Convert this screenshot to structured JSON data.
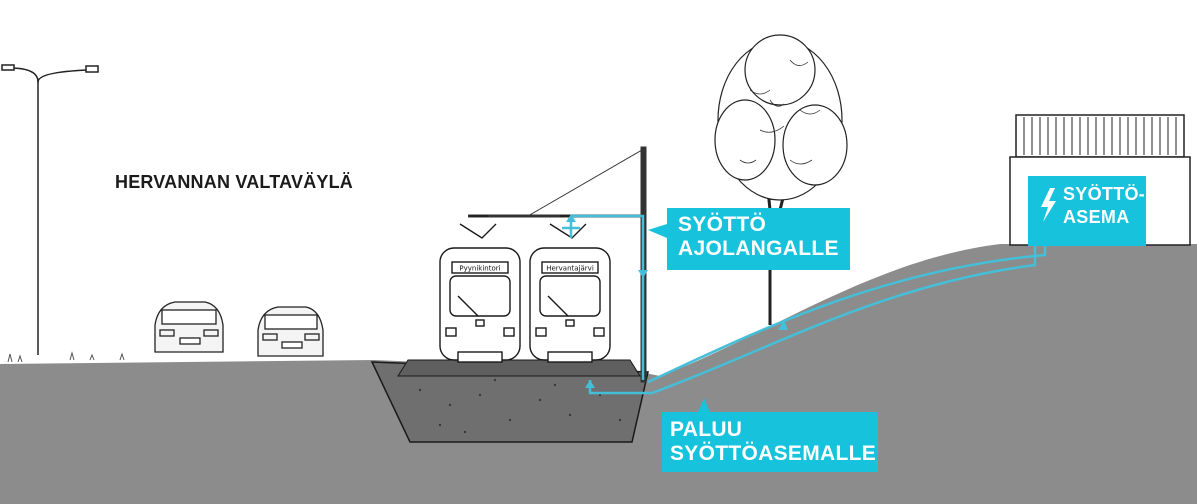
{
  "road_label": "HERVANNAN VALTAVÄYLÄ",
  "feed_label": {
    "line1": "SYÖTTÖ",
    "line2": "AJOLANGALLE"
  },
  "return_label": {
    "line1": "PALUU",
    "line2": "SYÖTTÖASEMALLE"
  },
  "substation_label": {
    "line1": "SYÖTTÖ-",
    "line2": "ASEMA",
    "icon": "lightning-bolt-icon"
  },
  "trams": [
    {
      "destination": "Pyynikintori"
    },
    {
      "destination": "Hervantajärvi"
    }
  ],
  "colors": {
    "cable": "#45bfd8",
    "label_bg": "#16c2dc",
    "label_text": "#ffffff",
    "ground": "#8c8c8c",
    "ballast": "#6e6e6e",
    "line": "#1a1a1a"
  }
}
